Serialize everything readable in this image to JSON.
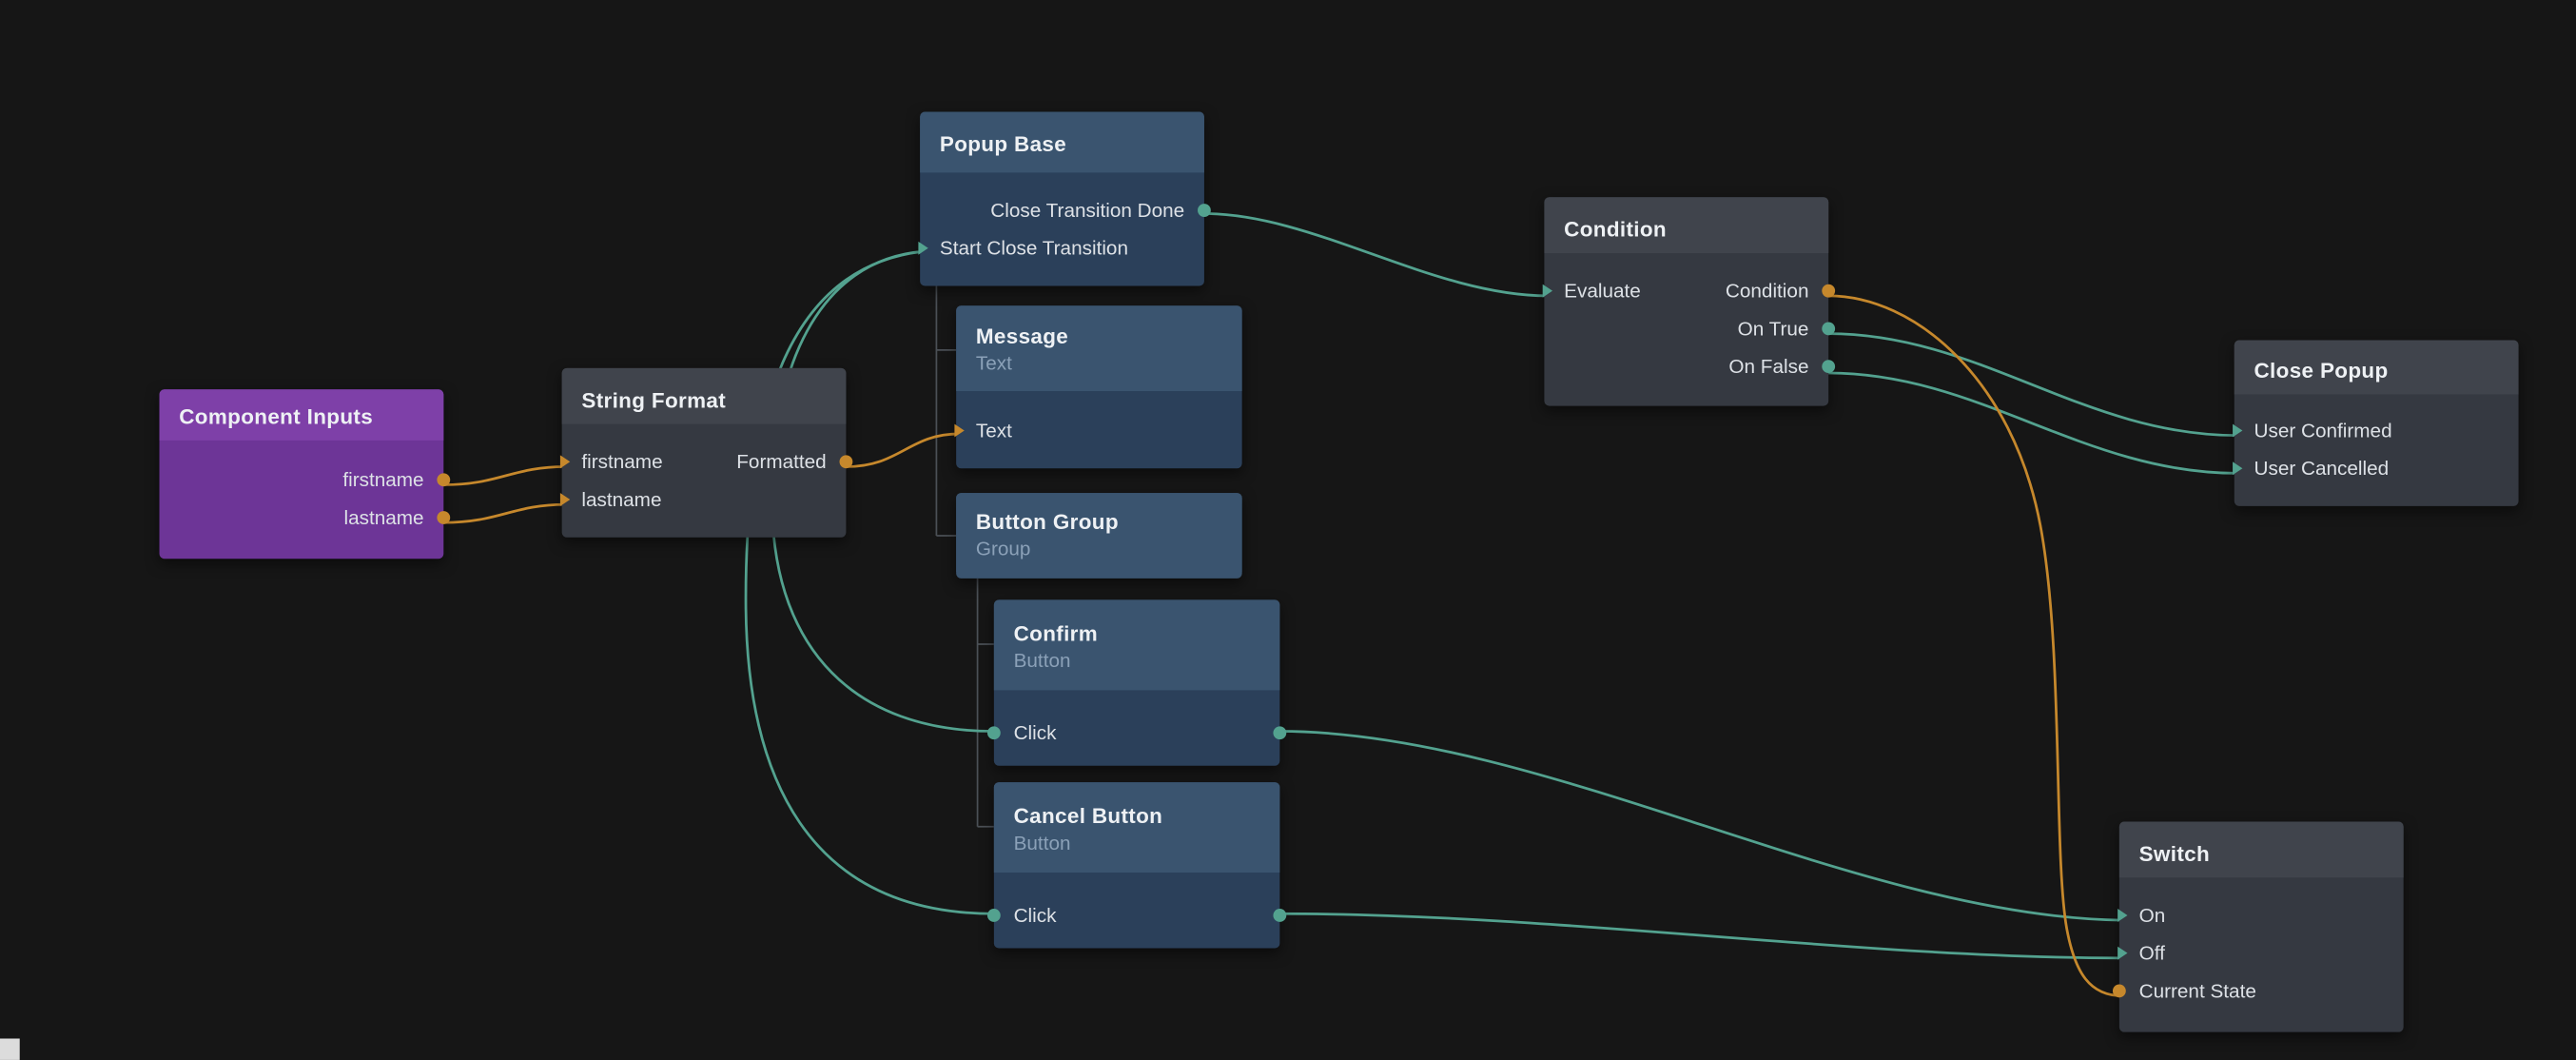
{
  "colors": {
    "background": "#161616",
    "signal_wire": "#53a28f",
    "data_wire": "#c6882c",
    "hierarchy_line": "#4b5056",
    "visual_node": "#3a546f",
    "logic_node": "#40444c",
    "component_inputs_node": "#7e40a8"
  },
  "nodes": {
    "component_inputs": {
      "title": "Component Inputs",
      "outputs": [
        {
          "label": "firstname",
          "kind": "data"
        },
        {
          "label": "lastname",
          "kind": "data"
        }
      ]
    },
    "string_format": {
      "title": "String Format",
      "inputs": [
        {
          "label": "firstname",
          "kind": "data"
        },
        {
          "label": "lastname",
          "kind": "data"
        }
      ],
      "outputs": [
        {
          "label": "Formatted",
          "kind": "data"
        }
      ]
    },
    "popup_base": {
      "title": "Popup Base",
      "outputs": [
        {
          "label": "Close Transition Done",
          "kind": "signal"
        }
      ],
      "inputs": [
        {
          "label": "Start Close Transition",
          "kind": "signal"
        }
      ]
    },
    "message": {
      "title": "Message",
      "subtitle": "Text",
      "inputs": [
        {
          "label": "Text",
          "kind": "data"
        }
      ]
    },
    "button_group": {
      "title": "Button Group",
      "subtitle": "Group"
    },
    "confirm": {
      "title": "Confirm",
      "subtitle": "Button",
      "outputs": [
        {
          "label": "Click",
          "kind": "signal"
        }
      ]
    },
    "cancel_button": {
      "title": "Cancel Button",
      "subtitle": "Button",
      "outputs": [
        {
          "label": "Click",
          "kind": "signal"
        }
      ]
    },
    "condition": {
      "title": "Condition",
      "inputs": [
        {
          "label": "Evaluate",
          "kind": "signal"
        }
      ],
      "outputs": [
        {
          "label": "Condition",
          "kind": "data"
        },
        {
          "label": "On True",
          "kind": "signal"
        },
        {
          "label": "On False",
          "kind": "signal"
        }
      ]
    },
    "close_popup": {
      "title": "Close Popup",
      "inputs": [
        {
          "label": "User Confirmed",
          "kind": "signal"
        },
        {
          "label": "User Cancelled",
          "kind": "signal"
        }
      ]
    },
    "switch": {
      "title": "Switch",
      "inputs": [
        {
          "label": "On",
          "kind": "signal"
        },
        {
          "label": "Off",
          "kind": "signal"
        },
        {
          "label": "Current State",
          "kind": "data"
        }
      ]
    }
  },
  "connections": [
    {
      "from": "Component Inputs.firstname",
      "to": "String Format.firstname",
      "kind": "data"
    },
    {
      "from": "Component Inputs.lastname",
      "to": "String Format.lastname",
      "kind": "data"
    },
    {
      "from": "String Format.Formatted",
      "to": "Message.Text",
      "kind": "data"
    },
    {
      "from": "Popup Base.Close Transition Done",
      "to": "Condition.Evaluate",
      "kind": "signal"
    },
    {
      "from": "Condition.On True",
      "to": "Close Popup.User Confirmed",
      "kind": "signal"
    },
    {
      "from": "Condition.On False",
      "to": "Close Popup.User Cancelled",
      "kind": "signal"
    },
    {
      "from": "Condition.Condition",
      "to": "Switch.Current State",
      "kind": "data"
    },
    {
      "from": "Confirm.Click",
      "to": "Switch.On",
      "kind": "signal"
    },
    {
      "from": "Cancel Button.Click",
      "to": "Switch.Off",
      "kind": "signal"
    },
    {
      "from": "Confirm.Click",
      "to": "Popup Base.Start Close Transition",
      "kind": "signal"
    },
    {
      "from": "Cancel Button.Click",
      "to": "Popup Base.Start Close Transition",
      "kind": "signal"
    }
  ]
}
